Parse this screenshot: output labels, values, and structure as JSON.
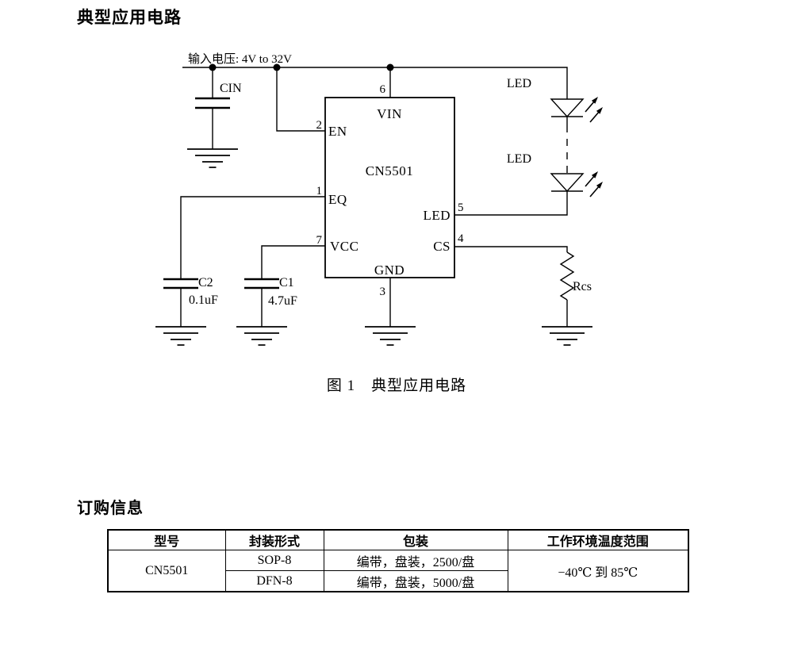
{
  "page_title": "典型应用电路",
  "figure_caption": "图 1　典型应用电路",
  "schematic": {
    "supply_label": "输入电压: 4V to 32V",
    "chip_name": "CN5501",
    "pins": {
      "vin": {
        "num": "6",
        "label": "VIN"
      },
      "en": {
        "num": "2",
        "label": "EN"
      },
      "eq": {
        "num": "1",
        "label": "EQ"
      },
      "vcc": {
        "num": "7",
        "label": "VCC"
      },
      "led": {
        "num": "5",
        "label": "LED"
      },
      "cs": {
        "num": "4",
        "label": "CS"
      },
      "gnd": {
        "num": "3",
        "label": "GND"
      }
    },
    "cin_ref": "CIN",
    "c2_ref": "C2",
    "c2_value": "0.1uF",
    "c1_ref": "C1",
    "c1_value": "4.7uF",
    "rcs_ref": "Rcs",
    "led_label": "LED"
  },
  "ordering": {
    "heading": "订购信息",
    "columns": [
      "型号",
      "封装形式",
      "包装",
      "工作环境温度范围"
    ],
    "model": "CN5501",
    "temp_range": "−40℃ 到 85℃",
    "rows": [
      {
        "package": "SOP-8",
        "packing": "编带，盘装，2500/盘"
      },
      {
        "package": "DFN-8",
        "packing": "编带，盘装，5000/盘"
      }
    ]
  },
  "colors": {
    "ink": "#000000",
    "paper": "#ffffff"
  }
}
